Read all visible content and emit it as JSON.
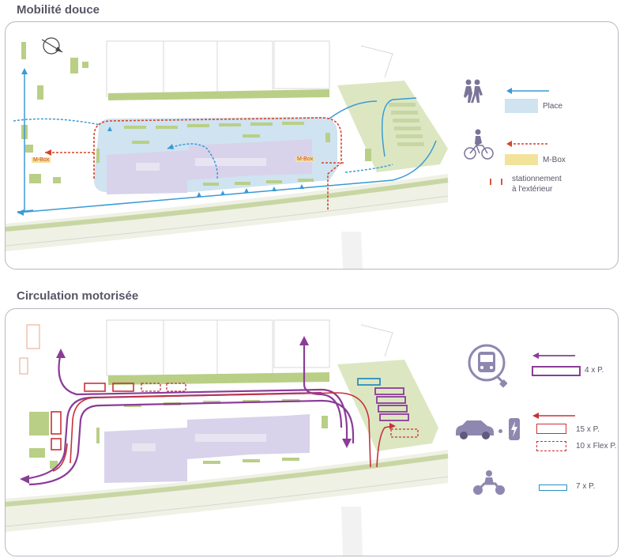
{
  "sections": [
    {
      "title": "Mobilité douce",
      "map_labels": {
        "mbox_left": "M-Box",
        "mbox_right": "M-Box"
      },
      "legend": {
        "place": "Place",
        "mbox": "M-Box",
        "stationnement_line1": "stationnement",
        "stationnement_line2": "à l'extérieur",
        "pedestrians_icon": "pedestrians-icon",
        "cyclist_icon": "cyclist-icon"
      }
    },
    {
      "title": "Circulation motorisée",
      "legend": {
        "bus_spaces": "4 x P.",
        "car_spaces": "15 x P.",
        "car_flex_spaces": "10 x Flex P.",
        "moto_spaces": "7 x P.",
        "bus_icon": "bus-charging-icon",
        "car_icon": "electric-car-icon",
        "charger_icon": "charging-station-icon",
        "moto_icon": "motorcycle-icon"
      }
    }
  ],
  "colors": {
    "pedestrian_arrow": "#3a9ad4",
    "cycle_arrow": "#d4452a",
    "place_fill": "#cfe3f1",
    "mbox_fill": "#f2e39a",
    "building": "#d8d3ea",
    "bus_route": "#8b3c98",
    "car_route": "#c8323a",
    "moto_route": "#2a8fc0",
    "icon_purple": "#8e88b0",
    "vegetation": "#b9cf86"
  }
}
